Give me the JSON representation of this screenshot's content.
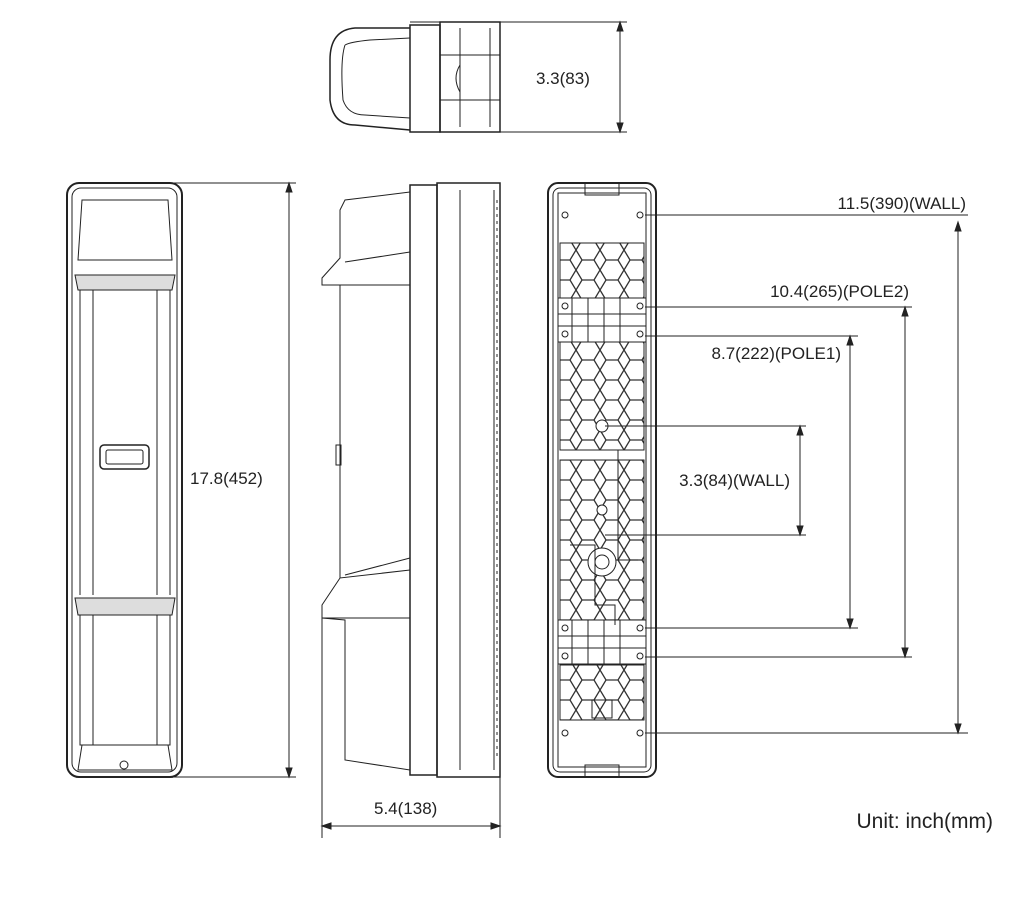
{
  "dimensions": {
    "top_depth": "3.3(83)",
    "height": "17.8(452)",
    "width": "5.4(138)",
    "wall_outer": "11.5(390)(WALL)",
    "pole2": "10.4(265)(POLE2)",
    "pole1": "8.7(222)(POLE1)",
    "wall_inner": "3.3(84)(WALL)"
  },
  "unit_note": "Unit: inch(mm)"
}
